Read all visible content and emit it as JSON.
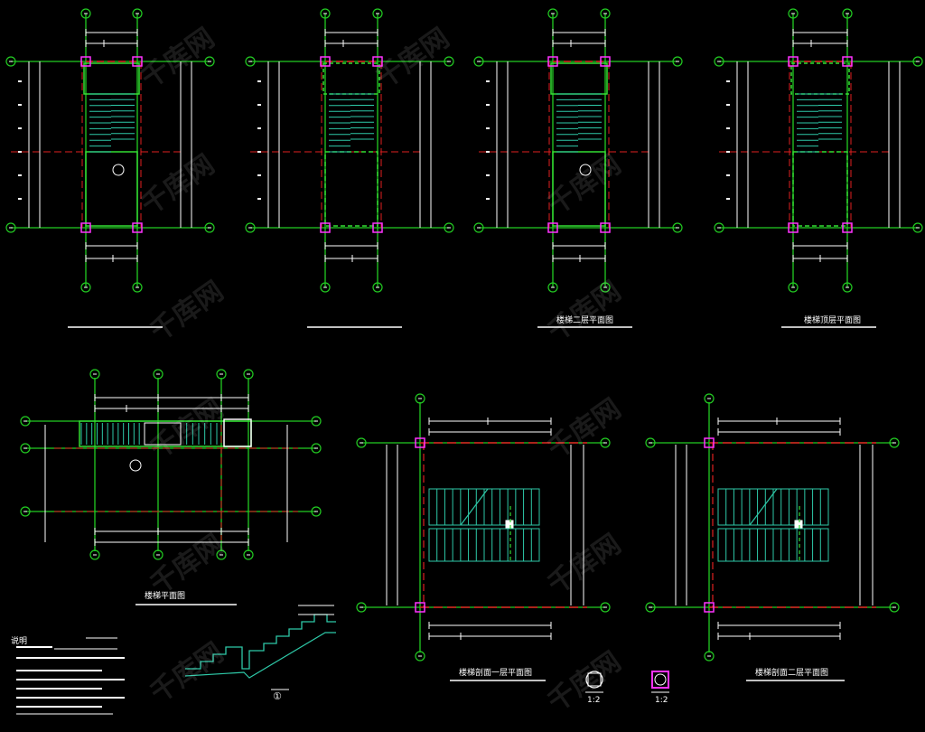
{
  "drawing": {
    "background": "#000000",
    "colors": {
      "axis": "#22cc22",
      "axis_label": "#ffffff",
      "red_grid": "#e02020",
      "wall": "#33dd33",
      "stair": "#2ec9a8",
      "dim": "#ffffff",
      "column": "#ff33ff"
    },
    "titles": [
      {
        "id": "title-1",
        "text": ""
      },
      {
        "id": "title-2",
        "text": ""
      },
      {
        "id": "title-3",
        "text": "楼梯二层平面图"
      },
      {
        "id": "title-4",
        "text": "楼梯顶层平面图"
      },
      {
        "id": "title-5",
        "text": "楼梯平面图"
      },
      {
        "id": "title-6",
        "text": "楼梯剖面一层平面图"
      },
      {
        "id": "title-7",
        "text": "楼梯剖面二层平面图"
      }
    ],
    "detail_tags": [
      "1:2",
      "1:2"
    ],
    "section_mark": "①",
    "notes": [
      "说明",
      "1.",
      "2.",
      "3.",
      "4.",
      "5."
    ],
    "watermark": "千库网"
  }
}
